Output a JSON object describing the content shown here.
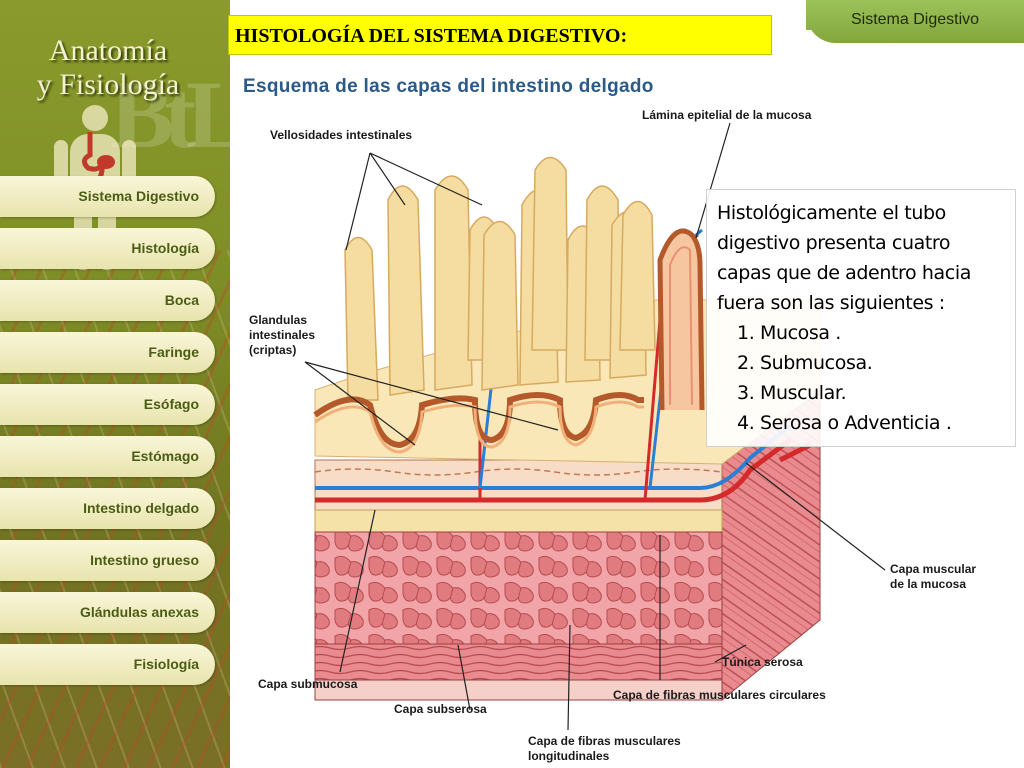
{
  "brand": {
    "title": "Anatomía\ny Fisiología"
  },
  "header": {
    "title": "HISTOLOGÍA DEL SISTEMA DIGESTIVO:",
    "section_tab": "Sistema Digestivo"
  },
  "nav": {
    "items": [
      {
        "label": "Sistema Digestivo"
      },
      {
        "label": "Histología"
      },
      {
        "label": "Boca"
      },
      {
        "label": "Faringe"
      },
      {
        "label": "Esófago"
      },
      {
        "label": "Estómago"
      },
      {
        "label": "Intestino delgado"
      },
      {
        "label": "Intestino grueso"
      },
      {
        "label": "Glándulas anexas"
      },
      {
        "label": "Fisiología"
      }
    ]
  },
  "diagram": {
    "title": "Esquema de las capas del intestino delgado",
    "labels": {
      "lamina": "Lámina epitelial de la mucosa",
      "vellosidades": "Vellosidades intestinales",
      "glandulas": "Glandulas\nintestinales\n(criptas)",
      "capa_muscular_mucosa": "Capa muscular\n  de la mucosa",
      "tunica_serosa": "Túnica serosa",
      "capa_submucosa": "Capa submucosa",
      "capa_circulares": "Capa de fibras musculares circulares",
      "capa_subserosa": "Capa subserosa",
      "capa_longitudinales": "Capa de fibras musculares\n longitudinales"
    }
  },
  "info": {
    "intro": "Histológicamente el tubo digestivo presenta cuatro capas  que de adentro hacia fuera son las siguientes :",
    "items": [
      "1. Mucosa .",
      "2. Submucosa.",
      "3. Muscular.",
      "4. Serosa o Adventicia ."
    ]
  },
  "colors": {
    "sidebar": "#7d8e26",
    "nav_button": "#f4f1c8",
    "nav_text": "#4b5d15",
    "header_highlight": "#ffff00",
    "section_tab": "#8cb24a",
    "diagram_title": "#2b5a88",
    "villi": "#f5dca0",
    "mucosa_edge": "#b45a2a",
    "muscle": "#e07c80",
    "artery": "#d42a2a",
    "vein": "#2a7ed4"
  }
}
